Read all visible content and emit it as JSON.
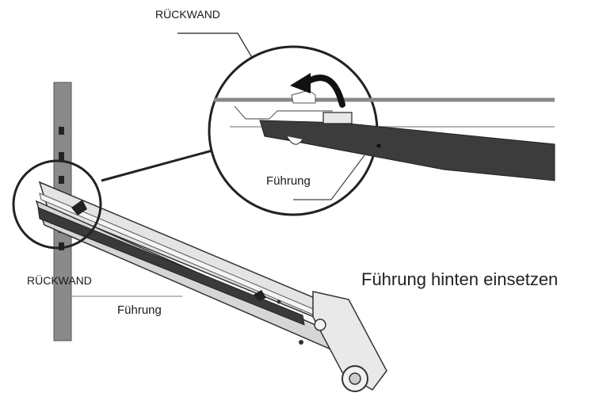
{
  "labels": {
    "top_back_panel": "RÜCKWAND",
    "zoom_rail": "Führung",
    "left_back_panel": "RÜCKWAND",
    "bottom_rail": "Führung"
  },
  "caption": "Führung hinten einsetzen"
}
